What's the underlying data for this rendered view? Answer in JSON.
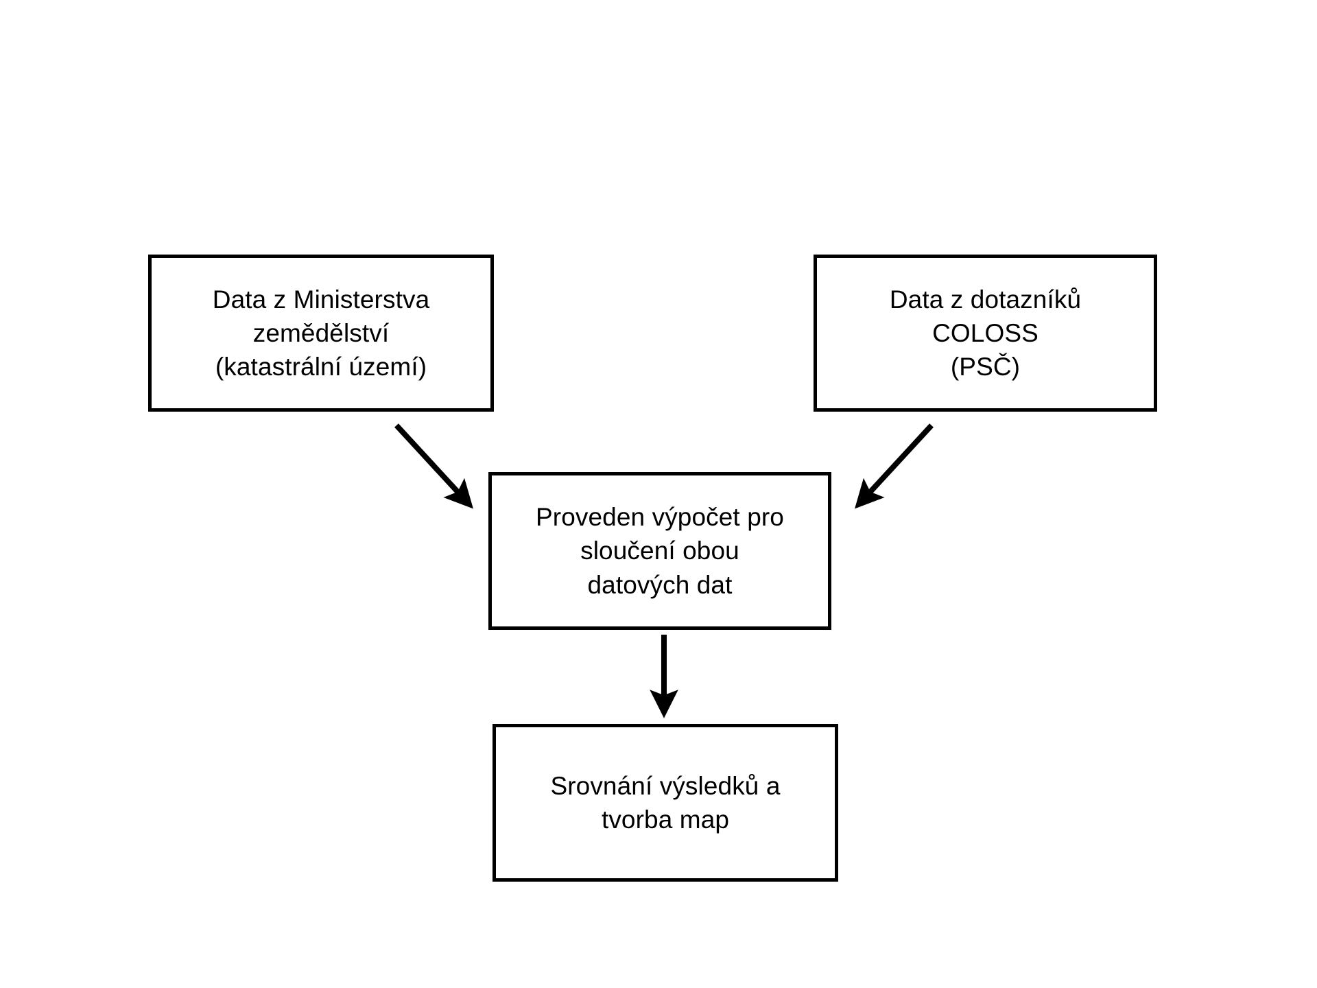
{
  "diagram": {
    "type": "flowchart",
    "title": "",
    "background_color": "#ffffff",
    "line_color": "#000000",
    "text_color": "#000000",
    "nodes": [
      {
        "id": "ministry",
        "name": "ministry-data-node",
        "label": "Data z Ministerstva\nzemědělství\n(katastrální území)",
        "lines": [
          "Data z Ministerstva",
          "zemědělství",
          "(katastrální území)"
        ],
        "shape": "rectangle"
      },
      {
        "id": "coloss",
        "name": "coloss-questionnaire-node",
        "label": "Data z dotazníků\nCOLOSS\n(PSČ)",
        "lines": [
          "Data z dotazníků",
          "COLOSS",
          "(PSČ)"
        ],
        "shape": "rectangle"
      },
      {
        "id": "merge",
        "name": "merge-computation-node",
        "label": "Proveden výpočet pro\nsloučení obou\ndatových dat",
        "lines": [
          "Proveden výpočet pro",
          "sloučení obou",
          "datových dat"
        ],
        "shape": "rectangle"
      },
      {
        "id": "compare",
        "name": "compare-and-maps-node",
        "label": "Srovnání výsledků a\ntvorba map",
        "lines": [
          "Srovnání výsledků a",
          "tvorba map"
        ],
        "shape": "rectangle"
      }
    ],
    "edges": [
      {
        "id": "edge-ministry-merge",
        "from": "ministry",
        "to": "merge",
        "label": "",
        "style": "solid",
        "direction": "down-right"
      },
      {
        "id": "edge-coloss-merge",
        "from": "coloss",
        "to": "merge",
        "label": "",
        "style": "solid",
        "direction": "down-left"
      },
      {
        "id": "edge-merge-compare",
        "from": "merge",
        "to": "compare",
        "label": "",
        "style": "solid",
        "direction": "down"
      }
    ]
  }
}
